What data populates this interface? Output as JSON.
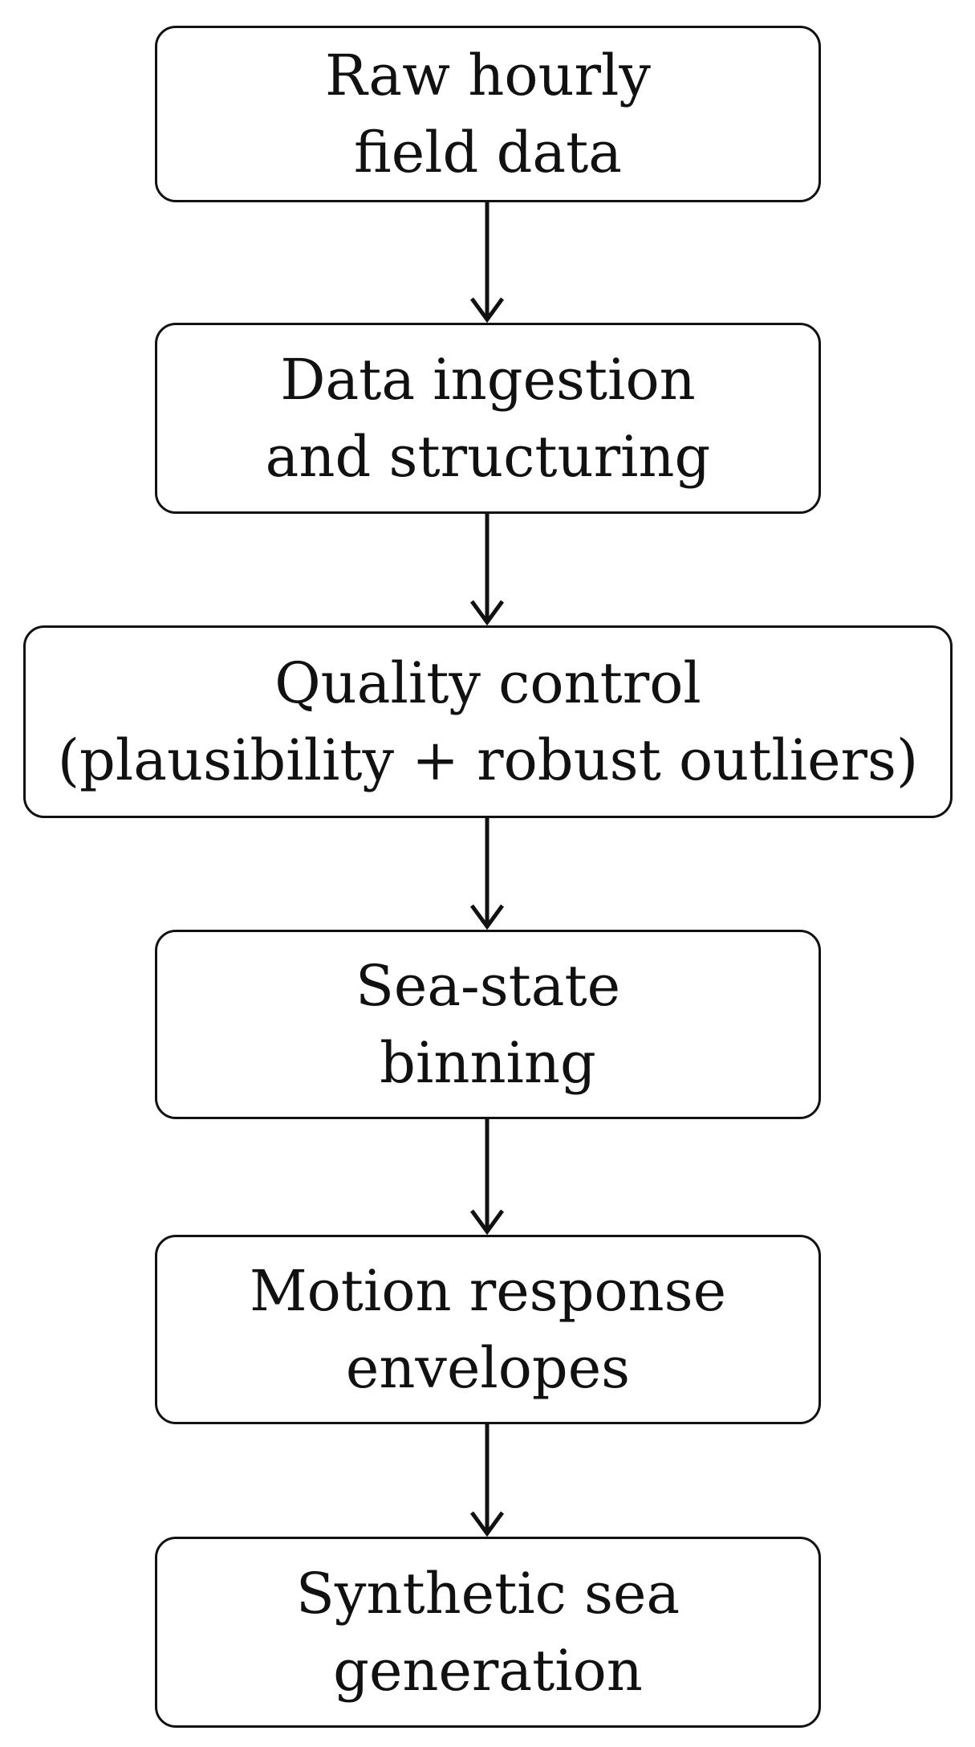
{
  "nodes": [
    {
      "lines": [
        "Raw hourly",
        "field data"
      ]
    },
    {
      "lines": [
        "Data ingestion",
        "and structuring"
      ]
    },
    {
      "lines": [
        "Quality control",
        "(plausibility + robust outliers)"
      ]
    },
    {
      "lines": [
        "Sea-state",
        "binning"
      ]
    },
    {
      "lines": [
        "Motion response",
        "envelopes"
      ]
    },
    {
      "lines": [
        "Synthetic sea",
        "generation"
      ]
    }
  ]
}
